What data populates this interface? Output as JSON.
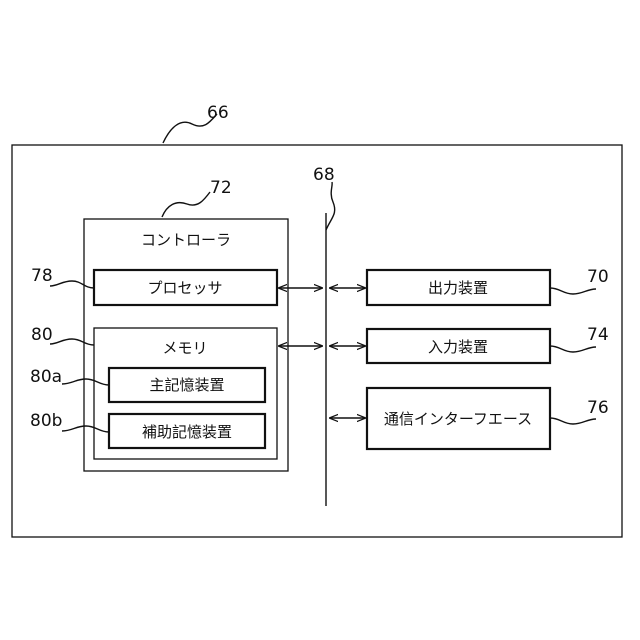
{
  "refs": {
    "device": "66",
    "bus": "68",
    "output": "70",
    "controller": "72",
    "input": "74",
    "comm": "76",
    "processor": "78",
    "memory": "80",
    "main_storage": "80a",
    "aux_storage": "80b"
  },
  "labels": {
    "controller": "コントローラ",
    "processor": "プロセッサ",
    "memory": "メモリ",
    "main_storage": "主記憶装置",
    "aux_storage": "補助記憶装置",
    "output": "出力装置",
    "input": "入力装置",
    "comm": "通信インターフエース"
  }
}
